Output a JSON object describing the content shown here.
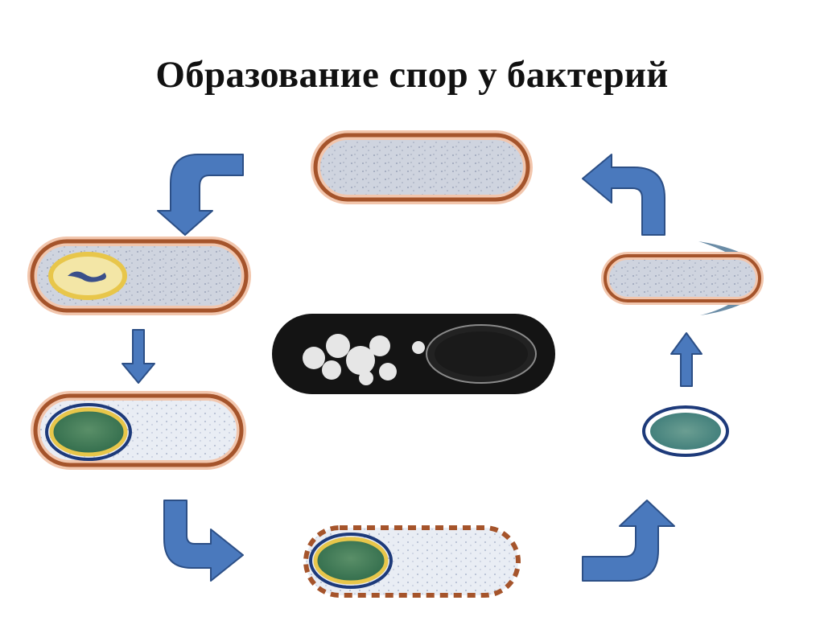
{
  "slide": {
    "title": "Образование спор у бактерий"
  },
  "colors": {
    "background": "#ffffff",
    "arrow_fill": "#4a79bd",
    "arrow_stroke": "#2c4f86",
    "cell_wall": "#a5542b",
    "cytoplasm": "#c9cfda",
    "spore_coat_yellow": "#e8c64a",
    "spore_core_green": "#3f7a58",
    "spore_outline_blue": "#1d3a7a",
    "endospore_dark": "#111111"
  },
  "stages": [
    {
      "name": "vegetative-cell",
      "icon": "rod-cell"
    },
    {
      "name": "forespore-formation",
      "icon": "rod-cell-with-forespore"
    },
    {
      "name": "spore-maturation",
      "icon": "rod-cell-with-green-spore"
    },
    {
      "name": "cell-lysis",
      "icon": "rod-cell-with-dashed-wall"
    },
    {
      "name": "free-spore",
      "icon": "oval-spore"
    },
    {
      "name": "germination",
      "icon": "rod-cell-emerging"
    }
  ],
  "center_image": {
    "icon": "endospore-micrograph"
  }
}
